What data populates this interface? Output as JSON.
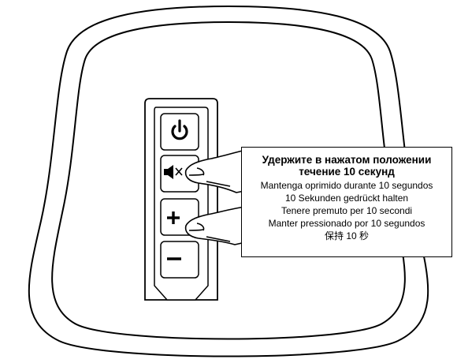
{
  "instruction": {
    "title_line1": "Удержите в нажатом положении",
    "title_line2": "течение 10 секунд",
    "translations": [
      "Mantenga oprimido durante 10 segundos",
      "10 Sekunden gedrückt halten",
      "Tenere premuto per 10 secondi",
      "Manter pressionado por 10 segundos",
      "保持 10 秒"
    ]
  },
  "buttons": [
    {
      "id": "power",
      "icon": "power-icon"
    },
    {
      "id": "mute",
      "icon": "mute-icon"
    },
    {
      "id": "volume-up",
      "icon": "plus-icon"
    },
    {
      "id": "volume-down",
      "icon": "minus-icon"
    }
  ],
  "colors": {
    "stroke": "#000000",
    "background": "#ffffff"
  }
}
